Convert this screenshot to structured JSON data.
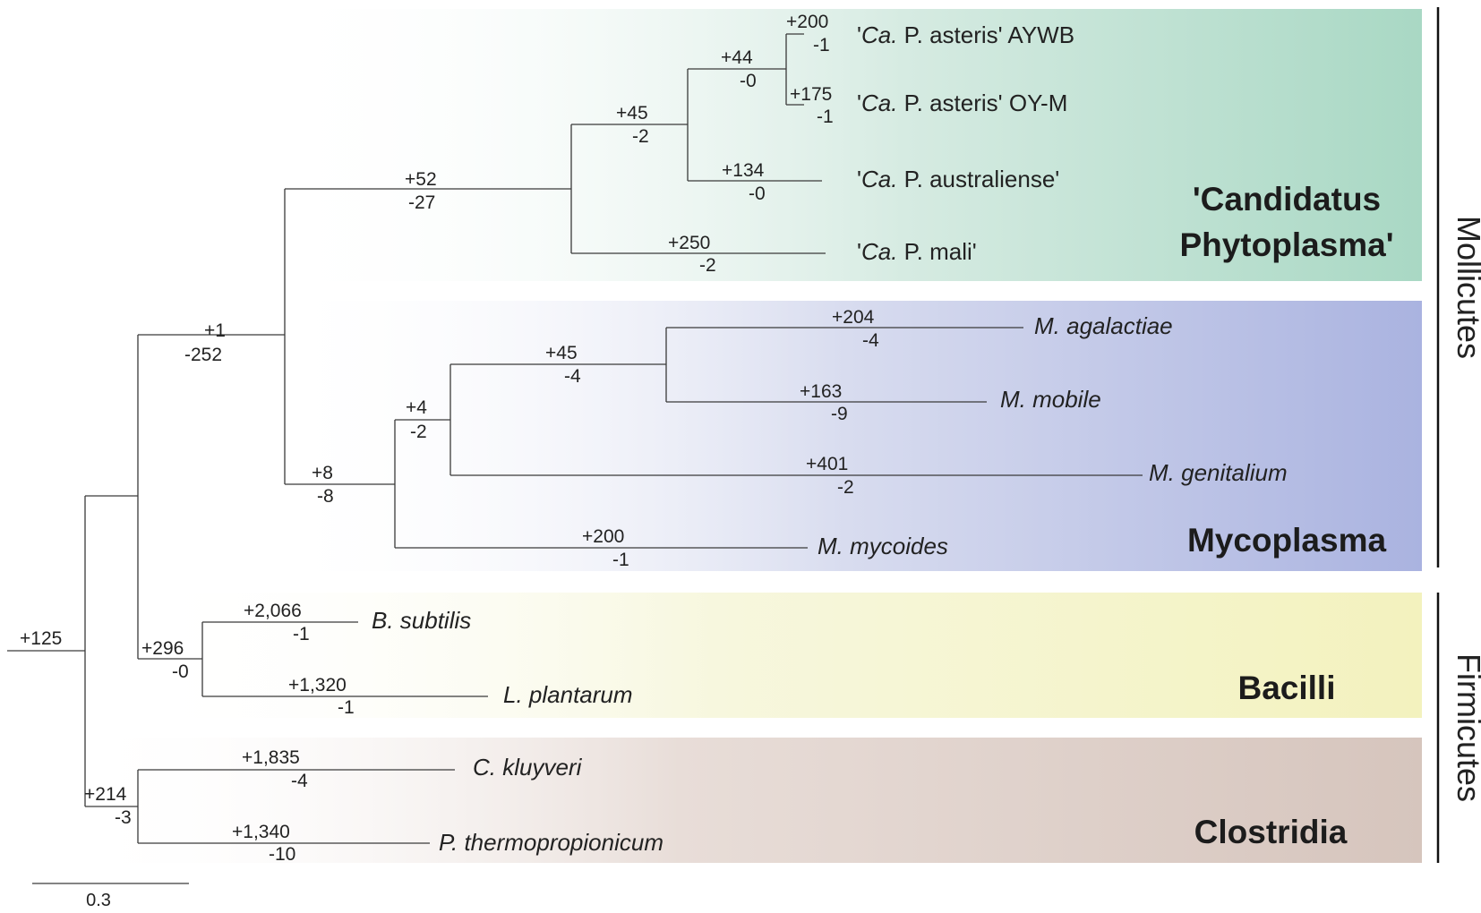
{
  "colors": {
    "phytoplasma": "#a9d8c4",
    "mycoplasma": "#aab3e0",
    "bacilli": "#f3f2be",
    "clostridia": "#d6c5bd",
    "branch": "#3a3a3a"
  },
  "groups": {
    "phytoplasma_line1": "'Candidatus",
    "phytoplasma_line2": "Phytoplasma'",
    "mycoplasma": "Mycoplasma",
    "bacilli": "Bacilli",
    "clostridia": "Clostridia"
  },
  "side_labels": {
    "mollicutes": "Mollicutes",
    "firmicutes": "Firmicutes"
  },
  "taxa": {
    "aywb": {
      "prefix": "'",
      "italic": "Ca.",
      "rest": " P. asteris' AYWB"
    },
    "oym": {
      "prefix": "'",
      "italic": "Ca.",
      "rest": " P. asteris' OY-M"
    },
    "australiense": {
      "prefix": "'",
      "italic": "Ca.",
      "rest": " P. australiense'"
    },
    "mali": {
      "prefix": "'",
      "italic": "Ca.",
      "rest": " P. mali'"
    },
    "agalactiae": "M. agalactiae",
    "mobile": "M. mobile",
    "genitalium": "M. genitalium",
    "mycoides": "M. mycoides",
    "subtilis": "B. subtilis",
    "plantarum": "L. plantarum",
    "kluyveri": "C. kluyveri",
    "thermo": "P. thermopropionicum"
  },
  "branches": {
    "root": {
      "gain": "+125"
    },
    "mollicutes_bacilli": {
      "gain": "+1",
      "loss": "-252"
    },
    "mollicutes": {
      "gain": "+52",
      "loss": "-27"
    },
    "phyto_inner": {
      "gain": "+45",
      "loss": "-2"
    },
    "asteris": {
      "gain": "+44",
      "loss": "-0"
    },
    "aywb": {
      "gain": "+200",
      "loss": "-1"
    },
    "oym": {
      "gain": "+175",
      "loss": "-1"
    },
    "australiense": {
      "gain": "+134",
      "loss": "-0"
    },
    "mali": {
      "gain": "+250",
      "loss": "-2"
    },
    "myco_root": {
      "gain": "+8",
      "loss": "-8"
    },
    "myco_inner": {
      "gain": "+4",
      "loss": "-2"
    },
    "aga_mob": {
      "gain": "+45",
      "loss": "-4"
    },
    "agalactiae": {
      "gain": "+204",
      "loss": "-4"
    },
    "mobile": {
      "gain": "+163",
      "loss": "-9"
    },
    "genitalium": {
      "gain": "+401",
      "loss": "-2"
    },
    "mycoides": {
      "gain": "+200",
      "loss": "-1"
    },
    "bacilli": {
      "gain": "+296",
      "loss": "-0"
    },
    "subtilis": {
      "gain": "+2,066",
      "loss": "-1"
    },
    "plantarum": {
      "gain": "+1,320",
      "loss": "-1"
    },
    "clostridia": {
      "gain": "+214",
      "loss": "-3"
    },
    "kluyveri": {
      "gain": "+1,835",
      "loss": "-4"
    },
    "thermo": {
      "gain": "+1,340",
      "loss": "-10"
    }
  },
  "scale": {
    "label": "0.3"
  }
}
